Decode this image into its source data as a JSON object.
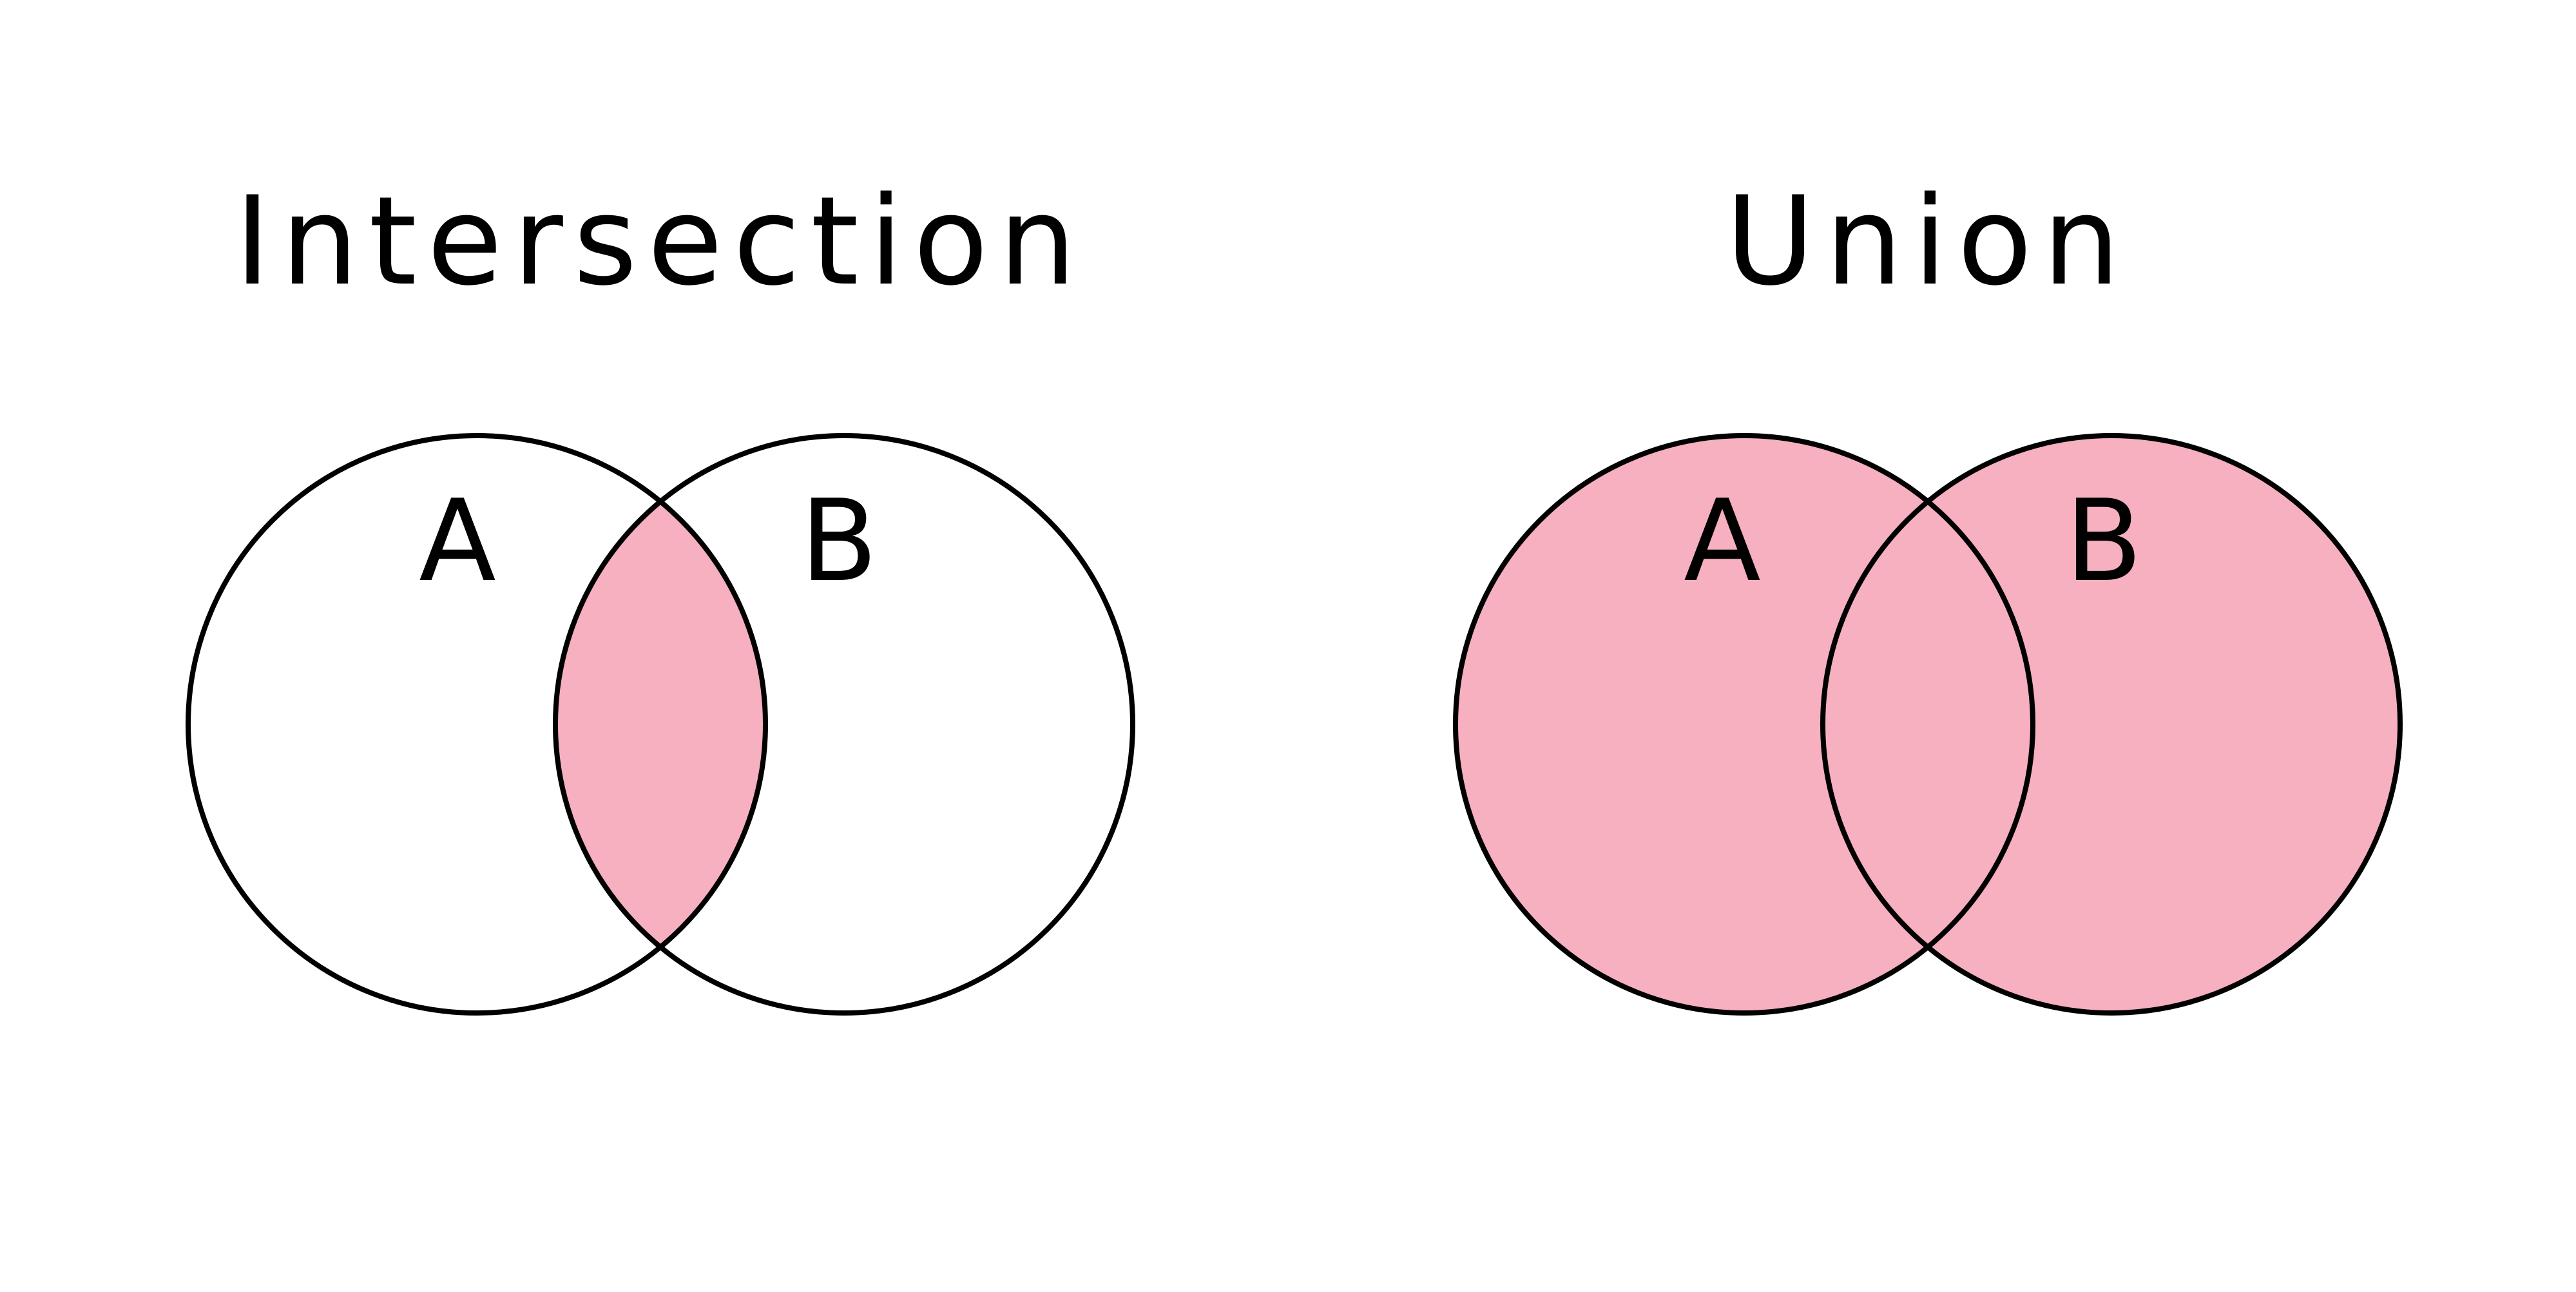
{
  "colors": {
    "highlight": "#f6b0c0",
    "outline": "#000000",
    "background": "#ffffff"
  },
  "intersection": {
    "title": "Intersection",
    "set_a_label": "A",
    "set_b_label": "B"
  },
  "union": {
    "title": "Union",
    "set_a_label": "A",
    "set_b_label": "B"
  }
}
